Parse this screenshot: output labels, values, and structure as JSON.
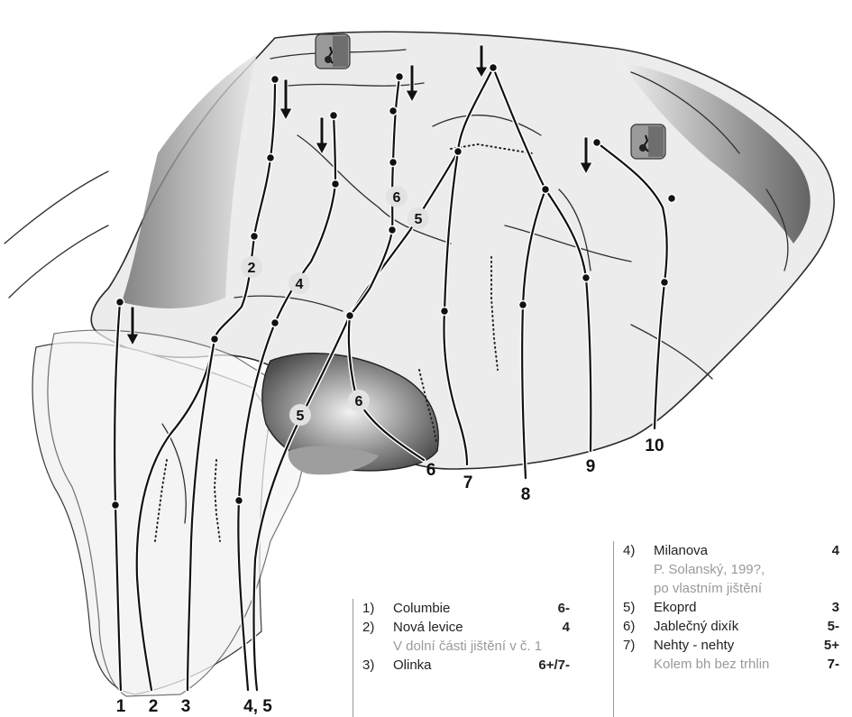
{
  "topo": {
    "bottom_labels": [
      "1",
      "2",
      "3",
      "4, 5",
      "6",
      "7",
      "8",
      "9",
      "10"
    ],
    "circle_labels": [
      "2",
      "4",
      "6",
      "5",
      "5",
      "6"
    ]
  },
  "legend_left": {
    "items": [
      {
        "num": "1)",
        "name": "Columbie",
        "grade": "6-"
      },
      {
        "num": "2)",
        "name": "Nová levice",
        "grade": "4",
        "note": "V dolní části jištění v č. 1"
      },
      {
        "num": "3)",
        "name": "Olinka",
        "grade": "6+/7-"
      }
    ]
  },
  "legend_right": {
    "items": [
      {
        "num": "4)",
        "name": "Milanova",
        "grade": "4",
        "note1": "P. Solanský, 199?,",
        "note2": "po vlastním jištění"
      },
      {
        "num": "5)",
        "name": "Ekoprd",
        "grade": "3"
      },
      {
        "num": "6)",
        "name": "Jablečný dixík",
        "grade": "5-"
      },
      {
        "num": "7)",
        "name": "Nehty - nehty",
        "grade": "5+",
        "note": "Kolem bh bez  trhlin",
        "note_grade": "7-"
      }
    ]
  },
  "icons": [
    "anchor-box-icon",
    "anchor-box-icon",
    "down-arrow-icon"
  ]
}
